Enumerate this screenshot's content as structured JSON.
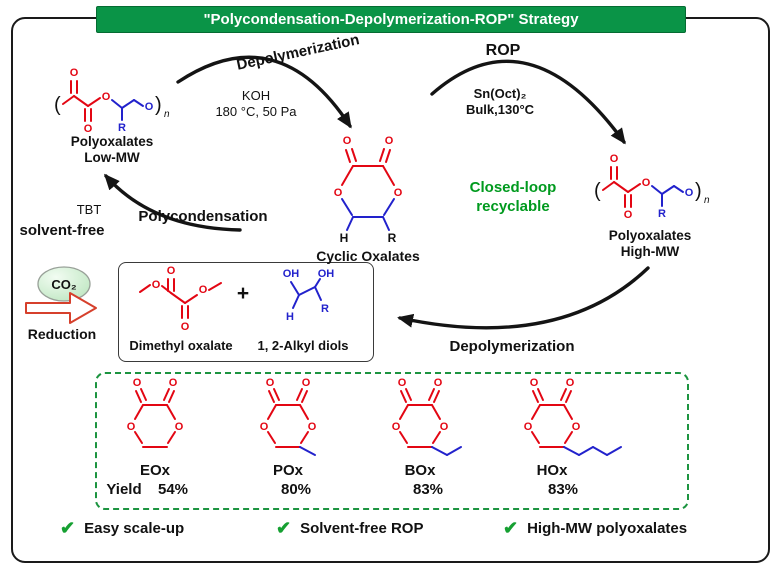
{
  "title": "\"Polycondensation-Depolymerization-ROP\" Strategy",
  "arrows": {
    "depolymerization_top": "Depolymerization",
    "depolymerization_bottom": "Depolymerization",
    "polycondensation": "Polycondensation",
    "rop": "ROP",
    "reduction": "Reduction"
  },
  "conditions": {
    "koh": "KOH",
    "koh_detail": "180 °C, 50 Pa",
    "rop_catalyst": "Sn(Oct)₂",
    "rop_detail": "Bulk,130°C",
    "tbt": "TBT",
    "solvent_free": "solvent-free"
  },
  "center": {
    "closed_loop_line1": "Closed-loop",
    "closed_loop_line2": "recyclable"
  },
  "species": {
    "poly_low_line1": "Polyoxalates",
    "poly_low_line2": "Low-MW",
    "poly_high_line1": "Polyoxalates",
    "poly_high_line2": "High-MW",
    "cyclic": "Cyclic Oxalates",
    "dimethyl_oxalate": "Dimethyl oxalate",
    "diols": "1, 2-Alkyl diols",
    "co2": "CO₂",
    "plus": "+"
  },
  "atoms": {
    "O": "O",
    "H": "H",
    "R": "R",
    "n": "n",
    "OH": "OH",
    "open": "(",
    "close": ")"
  },
  "monomers": {
    "yield_label": "Yield",
    "items": [
      {
        "name": "EOx",
        "yield": "54%"
      },
      {
        "name": "POx",
        "yield": "80%"
      },
      {
        "name": "BOx",
        "yield": "83%"
      },
      {
        "name": "HOx",
        "yield": "83%"
      }
    ]
  },
  "features": [
    {
      "icon": "✔",
      "text": "Easy scale-up"
    },
    {
      "icon": "✔",
      "text": "Solvent-free ROP"
    },
    {
      "icon": "✔",
      "text": "High-MW polyoxalates"
    }
  ],
  "colors": {
    "banner_green": "#0a9447",
    "dash_green": "#1c9440",
    "structure_red": "#e30613",
    "structure_blue": "#2222cc",
    "closed_loop_green": "#009a1e",
    "check_green": "#16a032",
    "reduction_arrow_red": "#d6402c"
  }
}
